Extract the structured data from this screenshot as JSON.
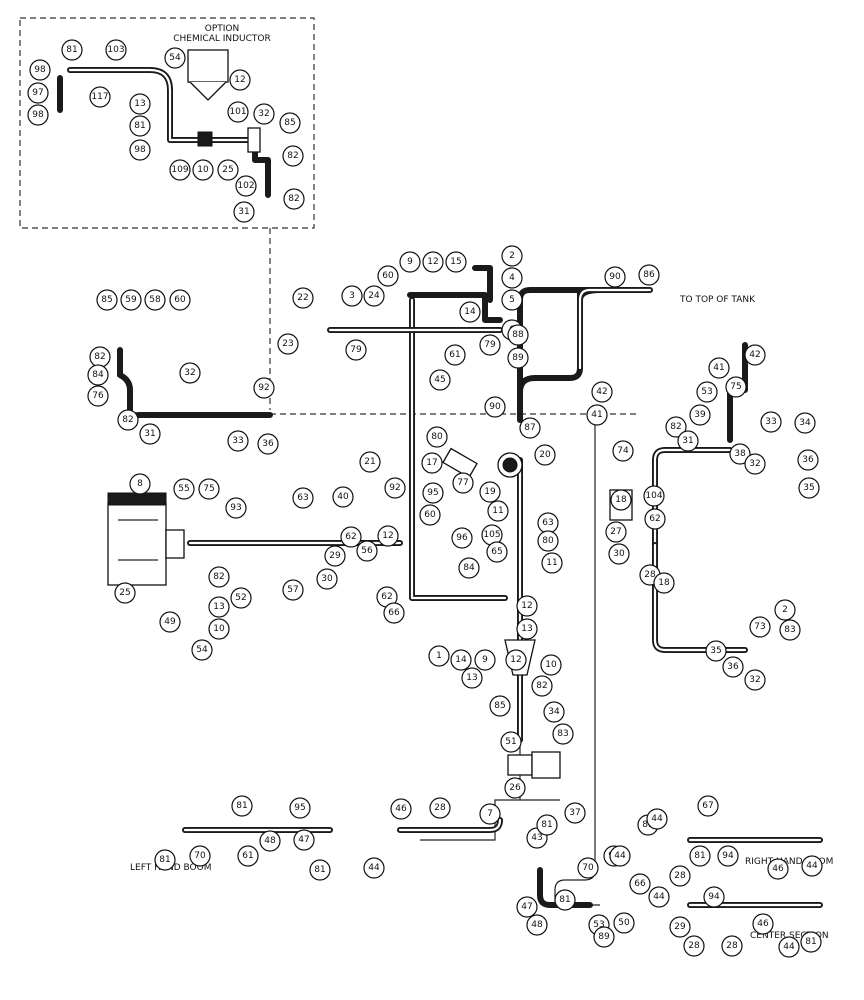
{
  "option_box": {
    "title": "OPTION",
    "subtitle": "CHEMICAL INDUCTOR"
  },
  "labels": {
    "to_top_of_tank": "TO TOP OF TANK",
    "left_hand_boom": "LEFT HAND BOOM",
    "right_hand_boom": "RIGHT HAND BOOM",
    "center_section": "CENTER SECTION"
  },
  "callouts": [
    "81",
    "103",
    "54",
    "98",
    "97",
    "98",
    "117",
    "12",
    "13",
    "101",
    "32",
    "85",
    "81",
    "98",
    "109",
    "10",
    "25",
    "82",
    "102",
    "31",
    "82",
    "9",
    "12",
    "15",
    "2",
    "4",
    "5",
    "14",
    "6",
    "60",
    "22",
    "3",
    "24",
    "23",
    "79",
    "61",
    "79",
    "45",
    "90",
    "86",
    "88",
    "89",
    "85",
    "59",
    "58",
    "60",
    "82",
    "84",
    "76",
    "82",
    "31",
    "32",
    "92",
    "33",
    "36",
    "41",
    "42",
    "75",
    "53",
    "39",
    "33",
    "34",
    "82",
    "31",
    "38",
    "32",
    "36",
    "35",
    "42",
    "41",
    "90",
    "87",
    "74",
    "80",
    "20",
    "21",
    "95",
    "19",
    "17",
    "92",
    "8",
    "55",
    "75",
    "93",
    "63",
    "40",
    "62",
    "12",
    "77",
    "60",
    "11",
    "105",
    "63",
    "18",
    "104",
    "27",
    "62",
    "30",
    "28",
    "29",
    "30",
    "82",
    "13",
    "10",
    "54",
    "25",
    "49",
    "52",
    "57",
    "56",
    "62",
    "96",
    "65",
    "84",
    "80",
    "11",
    "12",
    "13",
    "66",
    "1",
    "14",
    "9",
    "12",
    "13",
    "10",
    "18",
    "2",
    "83",
    "73",
    "35",
    "36",
    "32",
    "82",
    "85",
    "34",
    "51",
    "83",
    "26",
    "7",
    "37",
    "43",
    "81",
    "81",
    "95",
    "81",
    "70",
    "61",
    "48",
    "47",
    "81",
    "44",
    "46",
    "28",
    "94",
    "81",
    "44",
    "67",
    "66",
    "44",
    "28",
    "81",
    "94",
    "46",
    "44",
    "70",
    "81",
    "47",
    "48",
    "53",
    "50",
    "89",
    "44",
    "29",
    "28",
    "94",
    "28",
    "46",
    "44",
    "81",
    "71",
    "81",
    "47",
    "48"
  ]
}
